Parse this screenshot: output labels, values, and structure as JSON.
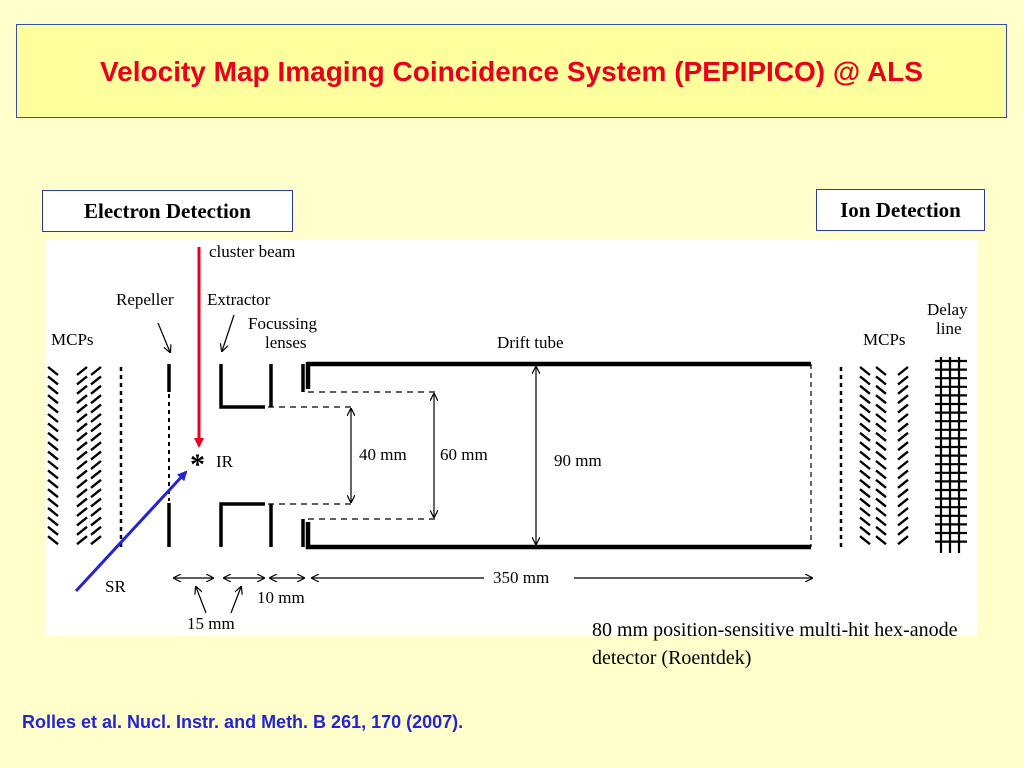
{
  "slide": {
    "title": "Velocity Map Imaging Coincidence System (PEPIPICO) @ ALS",
    "electron_label": "Electron Detection",
    "ion_label": "Ion Detection",
    "detector_note": "80 mm position-sensitive multi-hit hex-anode detector (Roentdek)",
    "citation": "Rolles et al. Nucl. Instr. and Meth. B 261, 170 (2007)."
  },
  "diagram": {
    "labels": {
      "cluster_beam": "cluster beam",
      "repeller": "Repeller",
      "extractor": "Extractor",
      "focussing_line1": "Focussing",
      "focussing_line2": "lenses",
      "mcps_left": "MCPs",
      "mcps_right": "MCPs",
      "drift_tube": "Drift tube",
      "delay_line1": "Delay",
      "delay_line2": "line",
      "ir": "IR",
      "sr": "SR",
      "asterisk": "*",
      "dim_40": "40 mm",
      "dim_60": "60 mm",
      "dim_90": "90 mm",
      "dim_350": "350 mm",
      "dim_10": "10 mm",
      "dim_15": "15 mm"
    },
    "colors": {
      "cluster_beam_arrow": "#e8001c",
      "sr_arrow": "#2323d8",
      "schematic": "#000000",
      "panel": "#ffffff"
    }
  }
}
